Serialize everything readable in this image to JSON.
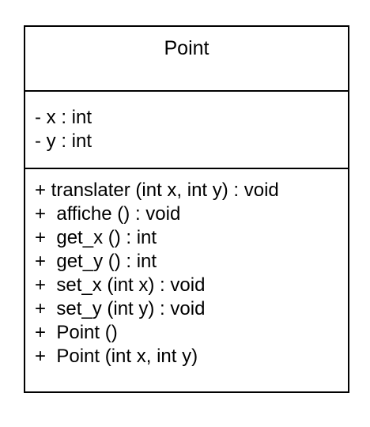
{
  "class": {
    "name": "Point",
    "attributes": [
      "- x : int",
      "- y : int"
    ],
    "methods": [
      "+ translater (int x, int y) : void",
      "+  affiche () : void",
      "+  get_x () : int",
      "+  get_y () : int",
      "+  set_x (int x) : void",
      "+  set_y (int y) : void",
      "+  Point ()",
      "+  Point (int x, int y)"
    ]
  }
}
